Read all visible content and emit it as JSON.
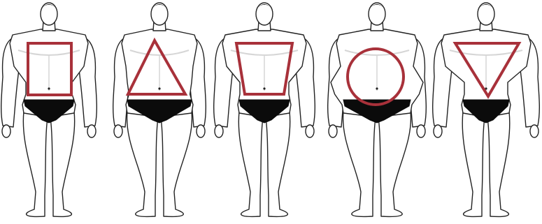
{
  "figures": [
    {
      "shape": "rectangle",
      "build": "average"
    },
    {
      "shape": "triangle",
      "build": "wide-hips"
    },
    {
      "shape": "trapezoid",
      "build": "athletic"
    },
    {
      "shape": "circle",
      "build": "heavy"
    },
    {
      "shape": "inverted-triangle",
      "build": "broad-shoulders"
    }
  ],
  "colors": {
    "outline": "#222222",
    "skin": "#ffffff",
    "shading": "#d6d6d6",
    "underwear": "#0b0b0b",
    "shape_stroke": "#a8313a"
  }
}
